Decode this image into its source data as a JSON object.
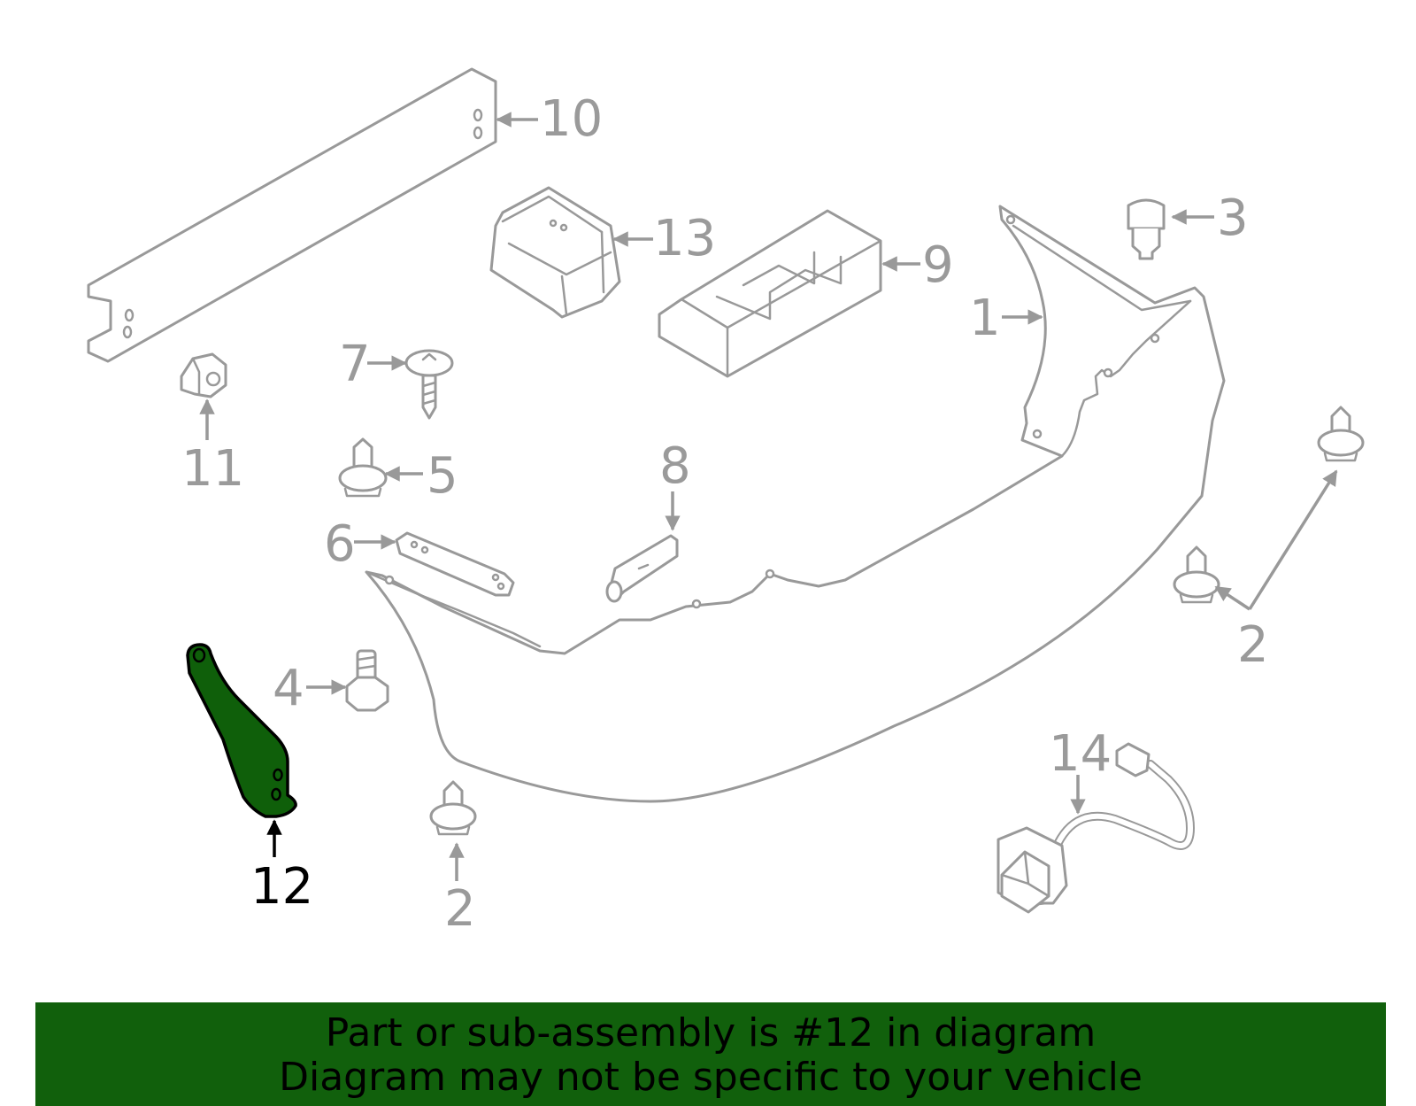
{
  "callouts": {
    "c1": "1",
    "c2a": "2",
    "c2b": "2",
    "c3": "3",
    "c4": "4",
    "c5": "5",
    "c6": "6",
    "c7": "7",
    "c8": "8",
    "c9": "9",
    "c10": "10",
    "c11": "11",
    "c12": "12",
    "c13": "13",
    "c14": "14"
  },
  "highlighted_part": "12",
  "colors": {
    "highlight_fill": "#0f5f0a",
    "banner_bg": "#11600c",
    "line": "#999999",
    "label": "#9a9a9a"
  },
  "banner": {
    "line1": "Part or sub-assembly is #12 in diagram",
    "line2": "Diagram may not be specific to your vehicle"
  }
}
